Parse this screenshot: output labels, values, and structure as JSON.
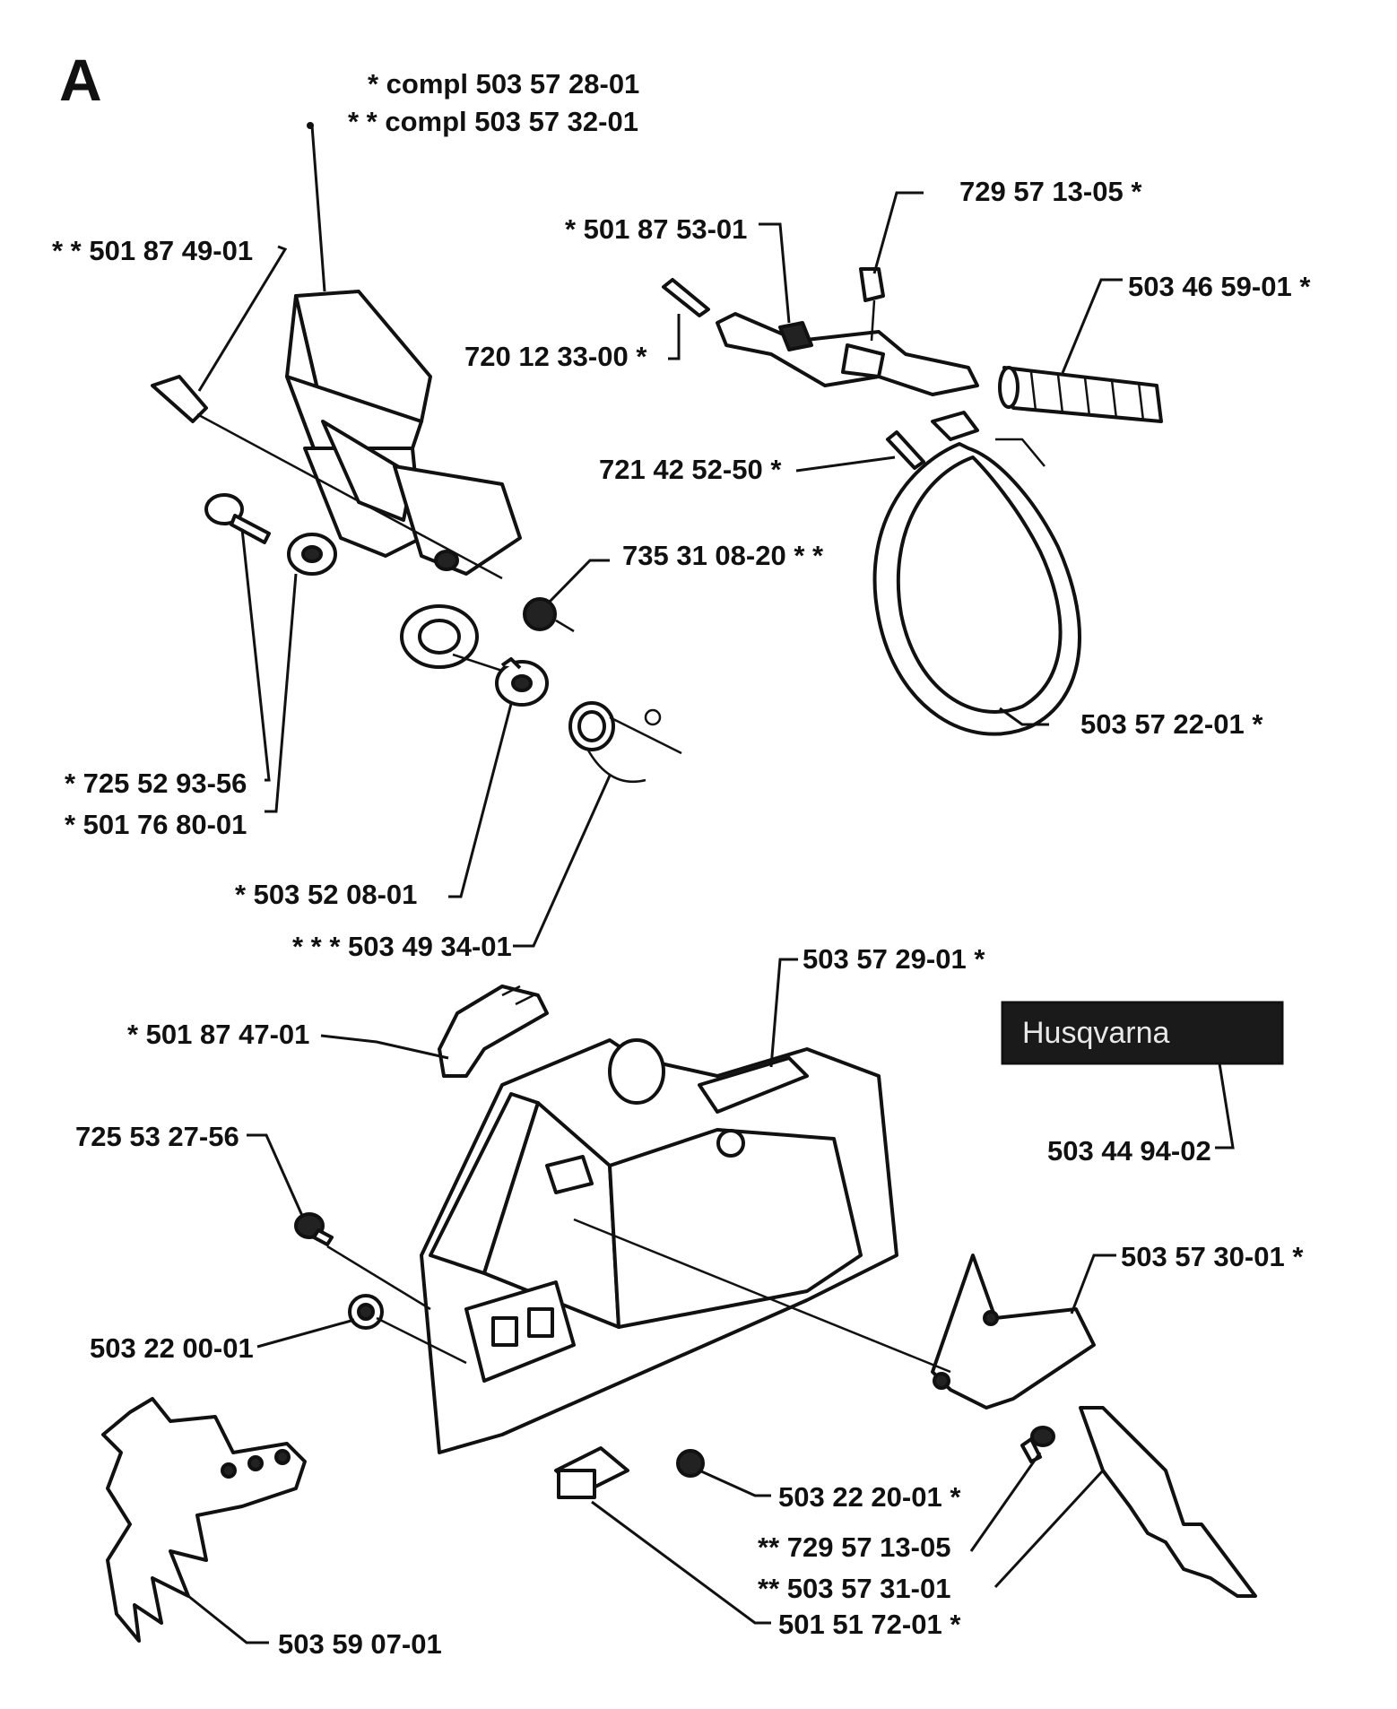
{
  "section_letter": "A",
  "labels": {
    "compl_1": "* compl 503 57 28-01",
    "compl_2": "* * compl 503 57 32-01",
    "p_50187490": "* * 501 87 49-01",
    "p_50187530": "* 501 87 53-01",
    "p_72957130_top": "729 57 13-05 *",
    "p_50346590": "503 46 59-01 *",
    "p_72012330": "720 12 33-00 *",
    "p_72142525": "721 42 52-50 *",
    "p_73531082": "735 31 08-20 * *",
    "p_50357220": "503 57 22-01 *",
    "p_72552935": "* 725 52 93-56",
    "p_50176800": "* 501 76 80-01",
    "p_50352080": "* 503 52 08-01",
    "p_50349340": "* * * 503 49 34-01",
    "p_50357290": "503 57 29-01 *",
    "p_50187470": "* 501 87 47-01",
    "p_72553275": "725 53 27-56",
    "p_50344940": "503 44 94-02",
    "p_50357300": "503 57 30-01 *",
    "p_50322000": "503 22 00-01",
    "p_50322200": "503 22 20-01 *",
    "p_72957130_bot": "** 729 57 13-05",
    "p_50357310": "** 503 57 31-01",
    "p_50151720": "501 51 72-01 *",
    "p_50359070": "503 59 07-01"
  },
  "brand_plate": "Husqvarna",
  "colors": {
    "ink": "#111111",
    "paper": "#ffffff",
    "plate": "#1a1a1a"
  }
}
